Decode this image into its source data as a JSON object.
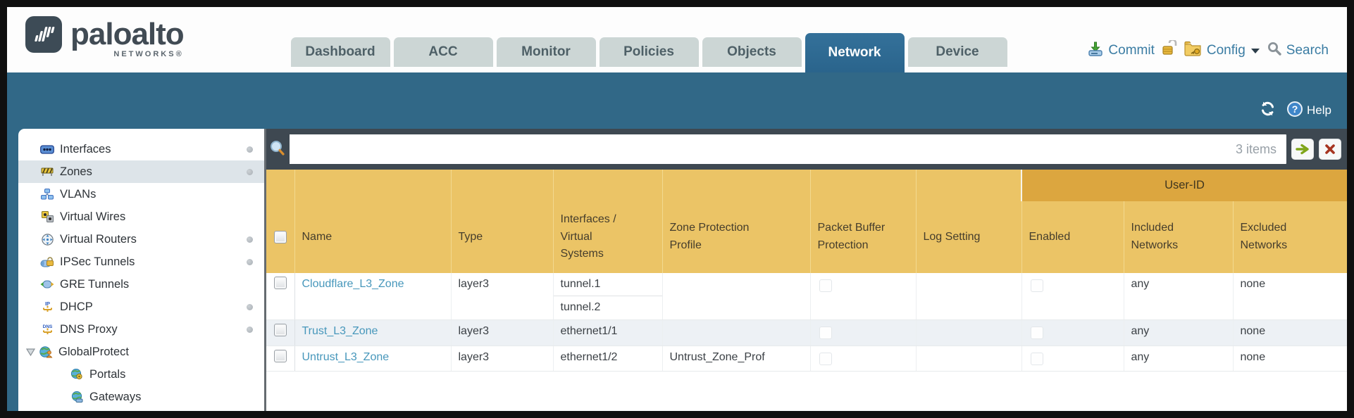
{
  "header": {
    "brand": {
      "name": "paloalto",
      "sub": "NETWORKS®"
    },
    "tabs": [
      {
        "label": "Dashboard"
      },
      {
        "label": "ACC"
      },
      {
        "label": "Monitor"
      },
      {
        "label": "Policies"
      },
      {
        "label": "Objects"
      },
      {
        "label": "Network",
        "active": true
      },
      {
        "label": "Device"
      }
    ],
    "actions": {
      "commit": "Commit",
      "config": "Config",
      "search": "Search"
    }
  },
  "band": {
    "help_label": "Help"
  },
  "sidebar": {
    "items": [
      {
        "label": "Interfaces",
        "dot": true
      },
      {
        "label": "Zones",
        "dot": true,
        "selected": true
      },
      {
        "label": "VLANs"
      },
      {
        "label": "Virtual Wires"
      },
      {
        "label": "Virtual Routers",
        "dot": true
      },
      {
        "label": "IPSec Tunnels",
        "dot": true
      },
      {
        "label": "GRE Tunnels"
      },
      {
        "label": "DHCP",
        "dot": true
      },
      {
        "label": "DNS Proxy",
        "dot": true
      },
      {
        "label": "GlobalProtect",
        "expanded": true
      },
      {
        "label": "Portals",
        "indent": true
      },
      {
        "label": "Gateways",
        "indent": true
      }
    ]
  },
  "toolbar": {
    "filter_value": "",
    "items_count": "3 items"
  },
  "table": {
    "group_header": "User-ID",
    "columns": {
      "name": "Name",
      "type": "Type",
      "interfaces": "Interfaces / Virtual Systems",
      "zpp": "Zone Protection Profile",
      "pbp": "Packet Buffer Protection",
      "log": "Log Setting",
      "enabled": "Enabled",
      "included": "Included Networks",
      "excluded": "Excluded Networks"
    },
    "rows": [
      {
        "name": "Cloudflare_L3_Zone",
        "type": "layer3",
        "interfaces": [
          "tunnel.1",
          "tunnel.2"
        ],
        "zpp": "",
        "log": "",
        "included": "any",
        "excluded": "none"
      },
      {
        "name": "Trust_L3_Zone",
        "type": "layer3",
        "interfaces": [
          "ethernet1/1"
        ],
        "zpp": "",
        "log": "",
        "included": "any",
        "excluded": "none"
      },
      {
        "name": "Untrust_L3_Zone",
        "type": "layer3",
        "interfaces": [
          "ethernet1/2"
        ],
        "zpp": "Untrust_Zone_Prof",
        "log": "",
        "included": "any",
        "excluded": "none"
      }
    ]
  },
  "colors": {
    "teal_band": "#316887",
    "toolbar_slate": "#3e4851",
    "header_gold": "#ebc466",
    "userid_gold": "#dca63f",
    "link_blue": "#4797bb",
    "active_tab": "#2d6a8e"
  }
}
